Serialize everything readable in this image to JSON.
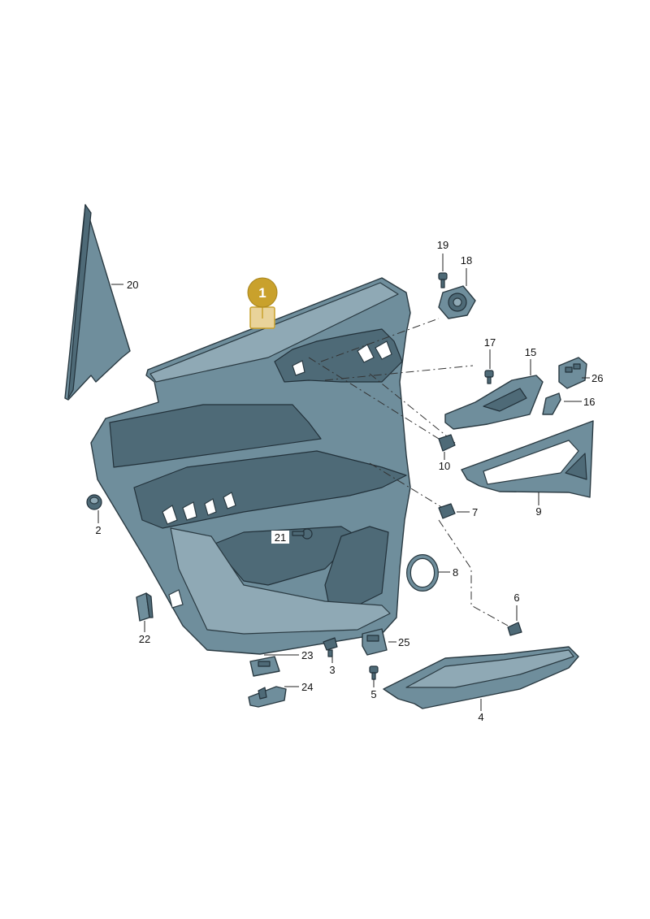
{
  "diagram": {
    "callout": {
      "number": "1",
      "color": "#c9a12c"
    },
    "labels": {
      "p2": "2",
      "p3": "3",
      "p4": "4",
      "p5": "5",
      "p6": "6",
      "p7": "7",
      "p8": "8",
      "p9": "9",
      "p10": "10",
      "p15": "15",
      "p16": "16",
      "p17": "17",
      "p18": "18",
      "p19": "19",
      "p20": "20",
      "p21": "21",
      "p22": "22",
      "p23": "23",
      "p24": "24",
      "p25": "25",
      "p26": "26"
    },
    "colors": {
      "part_fill": "#6f8e9c",
      "part_outline": "#2a3a42",
      "background": "#ffffff"
    }
  }
}
